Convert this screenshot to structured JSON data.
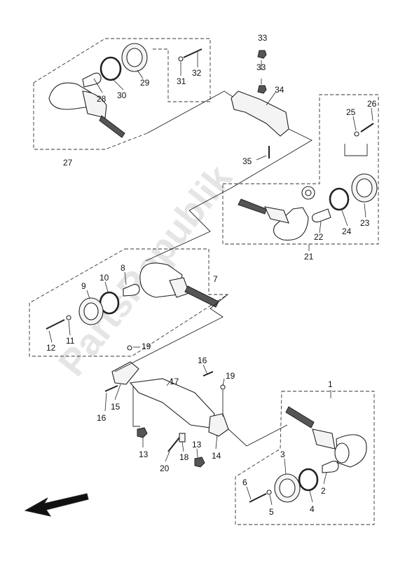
{
  "watermark": "PartsRepublik",
  "labels": [
    {
      "id": "1",
      "text": "1"
    },
    {
      "id": "2",
      "text": "2"
    },
    {
      "id": "3",
      "text": "3"
    },
    {
      "id": "4",
      "text": "4"
    },
    {
      "id": "5",
      "text": "5"
    },
    {
      "id": "6",
      "text": "6"
    },
    {
      "id": "7",
      "text": "7"
    },
    {
      "id": "8",
      "text": "8"
    },
    {
      "id": "9",
      "text": "9"
    },
    {
      "id": "10",
      "text": "10"
    },
    {
      "id": "11",
      "text": "11"
    },
    {
      "id": "12",
      "text": "12"
    },
    {
      "id": "13a",
      "text": "13"
    },
    {
      "id": "13b",
      "text": "13"
    },
    {
      "id": "14",
      "text": "14"
    },
    {
      "id": "15",
      "text": "15"
    },
    {
      "id": "16a",
      "text": "16"
    },
    {
      "id": "16b",
      "text": "16"
    },
    {
      "id": "17",
      "text": "17"
    },
    {
      "id": "18",
      "text": "18"
    },
    {
      "id": "19a",
      "text": "19"
    },
    {
      "id": "19b",
      "text": "19"
    },
    {
      "id": "20",
      "text": "20"
    },
    {
      "id": "21",
      "text": "21"
    },
    {
      "id": "22",
      "text": "22"
    },
    {
      "id": "23",
      "text": "23"
    },
    {
      "id": "24",
      "text": "24"
    },
    {
      "id": "25",
      "text": "25"
    },
    {
      "id": "26",
      "text": "26"
    },
    {
      "id": "27",
      "text": "27"
    },
    {
      "id": "28",
      "text": "28"
    },
    {
      "id": "29",
      "text": "29"
    },
    {
      "id": "30",
      "text": "30"
    },
    {
      "id": "31",
      "text": "31"
    },
    {
      "id": "32",
      "text": "32"
    },
    {
      "id": "33a",
      "text": "33"
    },
    {
      "id": "33b",
      "text": "33"
    },
    {
      "id": "34",
      "text": "34"
    },
    {
      "id": "35",
      "text": "35"
    }
  ]
}
